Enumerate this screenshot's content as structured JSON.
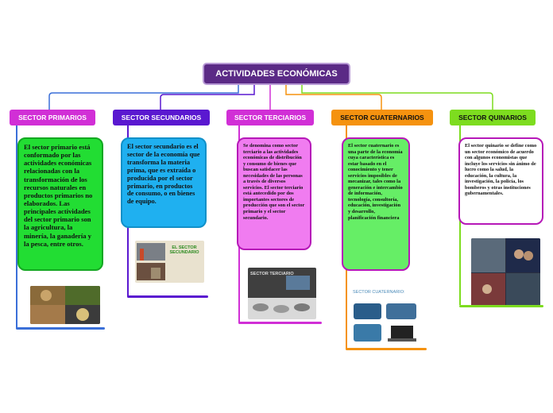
{
  "root": {
    "title": "ACTIVIDADES ECONÓMICAS",
    "color": "#5b2a86"
  },
  "sectors": [
    {
      "title": "SECTOR PRIMARIOS",
      "color": "#d12fd6",
      "card_color": "#22dd33",
      "text": "El sector primario está conformado por las actividades económicas relacionadas con la transformación de los recursos naturales en productos primarios no elaborados. Las principales actividades del sector primario son la agricultura, la minería, la ganadería y la pesca, entre otros.",
      "image_label": ""
    },
    {
      "title": "SECTOR SECUNDARIOS",
      "color": "#5a18d0",
      "card_color": "#1fb0f0",
      "text": "El sector secundario es el sector de la economía que transforma la materia prima, que es extraída o producida por el sector primario, en productos de consumo, o en bienes de equipo.",
      "image_label": "EL SECTOR SECUNDARIO"
    },
    {
      "title": "SECTOR TERCIARIOS",
      "color": "#d12fd6",
      "card_color": "#f07cf0",
      "text": "Se denomina como sector terciario a las actividades económicas de distribución y consumo de bienes que buscan satisfacer las necesidades de las personas a través de diversos servicios. El sector terciario está antecedido por dos importantes sectores de producción que son el sector primario y el sector secundario.",
      "image_label": "SECTOR TERCIARIO"
    },
    {
      "title": "SECTOR CUATERNARIOS",
      "color": "#f5920f",
      "card_color": "#66ee66",
      "text": "El sector cuaternario es una parte de la economía cuya característica es estar basado en el conocimiento y tener servicios imposibles de mecanizar, tales como la generación e intercambio de información, tecnología, consultoría, educación, investigación y desarrollo, planificación financiera",
      "image_label": "SECTOR CUATERNARIO:"
    },
    {
      "title": "SECTOR QUINARIOS",
      "color": "#7ddc1f",
      "card_color": "#ffffff",
      "text": "El sector quinario se define como un sector económico de acuerdo con algunos economistas que incluye los servicios sin ánimo de lucro como la salud, la educación, la cultura, la investigación, la policía, los bomberos y otras instituciones gubernamentales.",
      "image_label": ""
    }
  ]
}
